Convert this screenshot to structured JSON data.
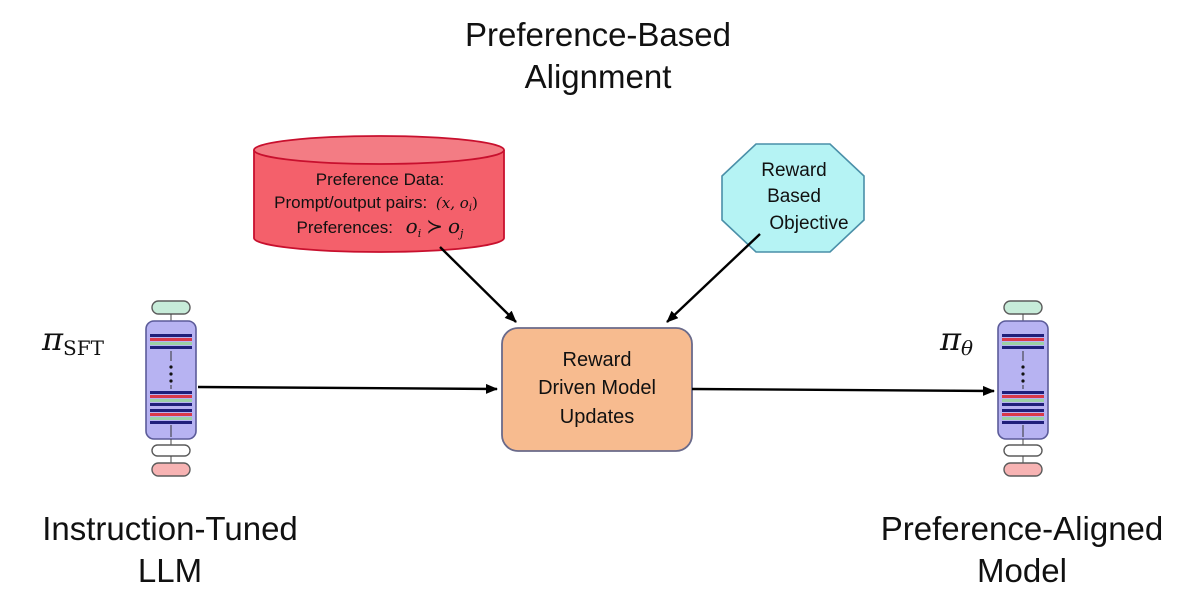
{
  "title": {
    "line1": "Preference-Based",
    "line2": "Alignment"
  },
  "preference_data": {
    "line1": "Preference Data:",
    "line2_text": "Prompt/output pairs:",
    "line2_math": "(x, o",
    "line2_math_sub": "i",
    "line2_math_close": ")",
    "line3_text": "Preferences:",
    "line3_math_a": "o",
    "line3_math_a_sub": "i",
    "line3_math_op": "≻",
    "line3_math_b": "o",
    "line3_math_b_sub": "j"
  },
  "objective": {
    "line1": "Reward",
    "line2": "Based",
    "line3": "Objective"
  },
  "center_box": {
    "line1": "Reward",
    "line2": "Driven Model",
    "line3": "Updates"
  },
  "left_model": {
    "symbol": "π",
    "subscript": "SFT",
    "caption_line1": "Instruction-Tuned",
    "caption_line2": "LLM"
  },
  "right_model": {
    "symbol": "π",
    "subscript": "θ",
    "caption_line1": "Preference-Aligned",
    "caption_line2": "Model"
  },
  "colors": {
    "cylinder_fill": "#f4606b",
    "cylinder_top": "#f37c84",
    "cylinder_stroke": "#c8102e",
    "octagon_fill": "#b5f3f4",
    "octagon_stroke": "#4a8fa8",
    "center_fill": "#f7bb8f",
    "center_stroke": "#6a6a8a",
    "model_body": "#b7b3f2",
    "model_stroke": "#5b5b99",
    "model_top": "#c7ecd9",
    "model_bottom": "#f7b3b3"
  }
}
